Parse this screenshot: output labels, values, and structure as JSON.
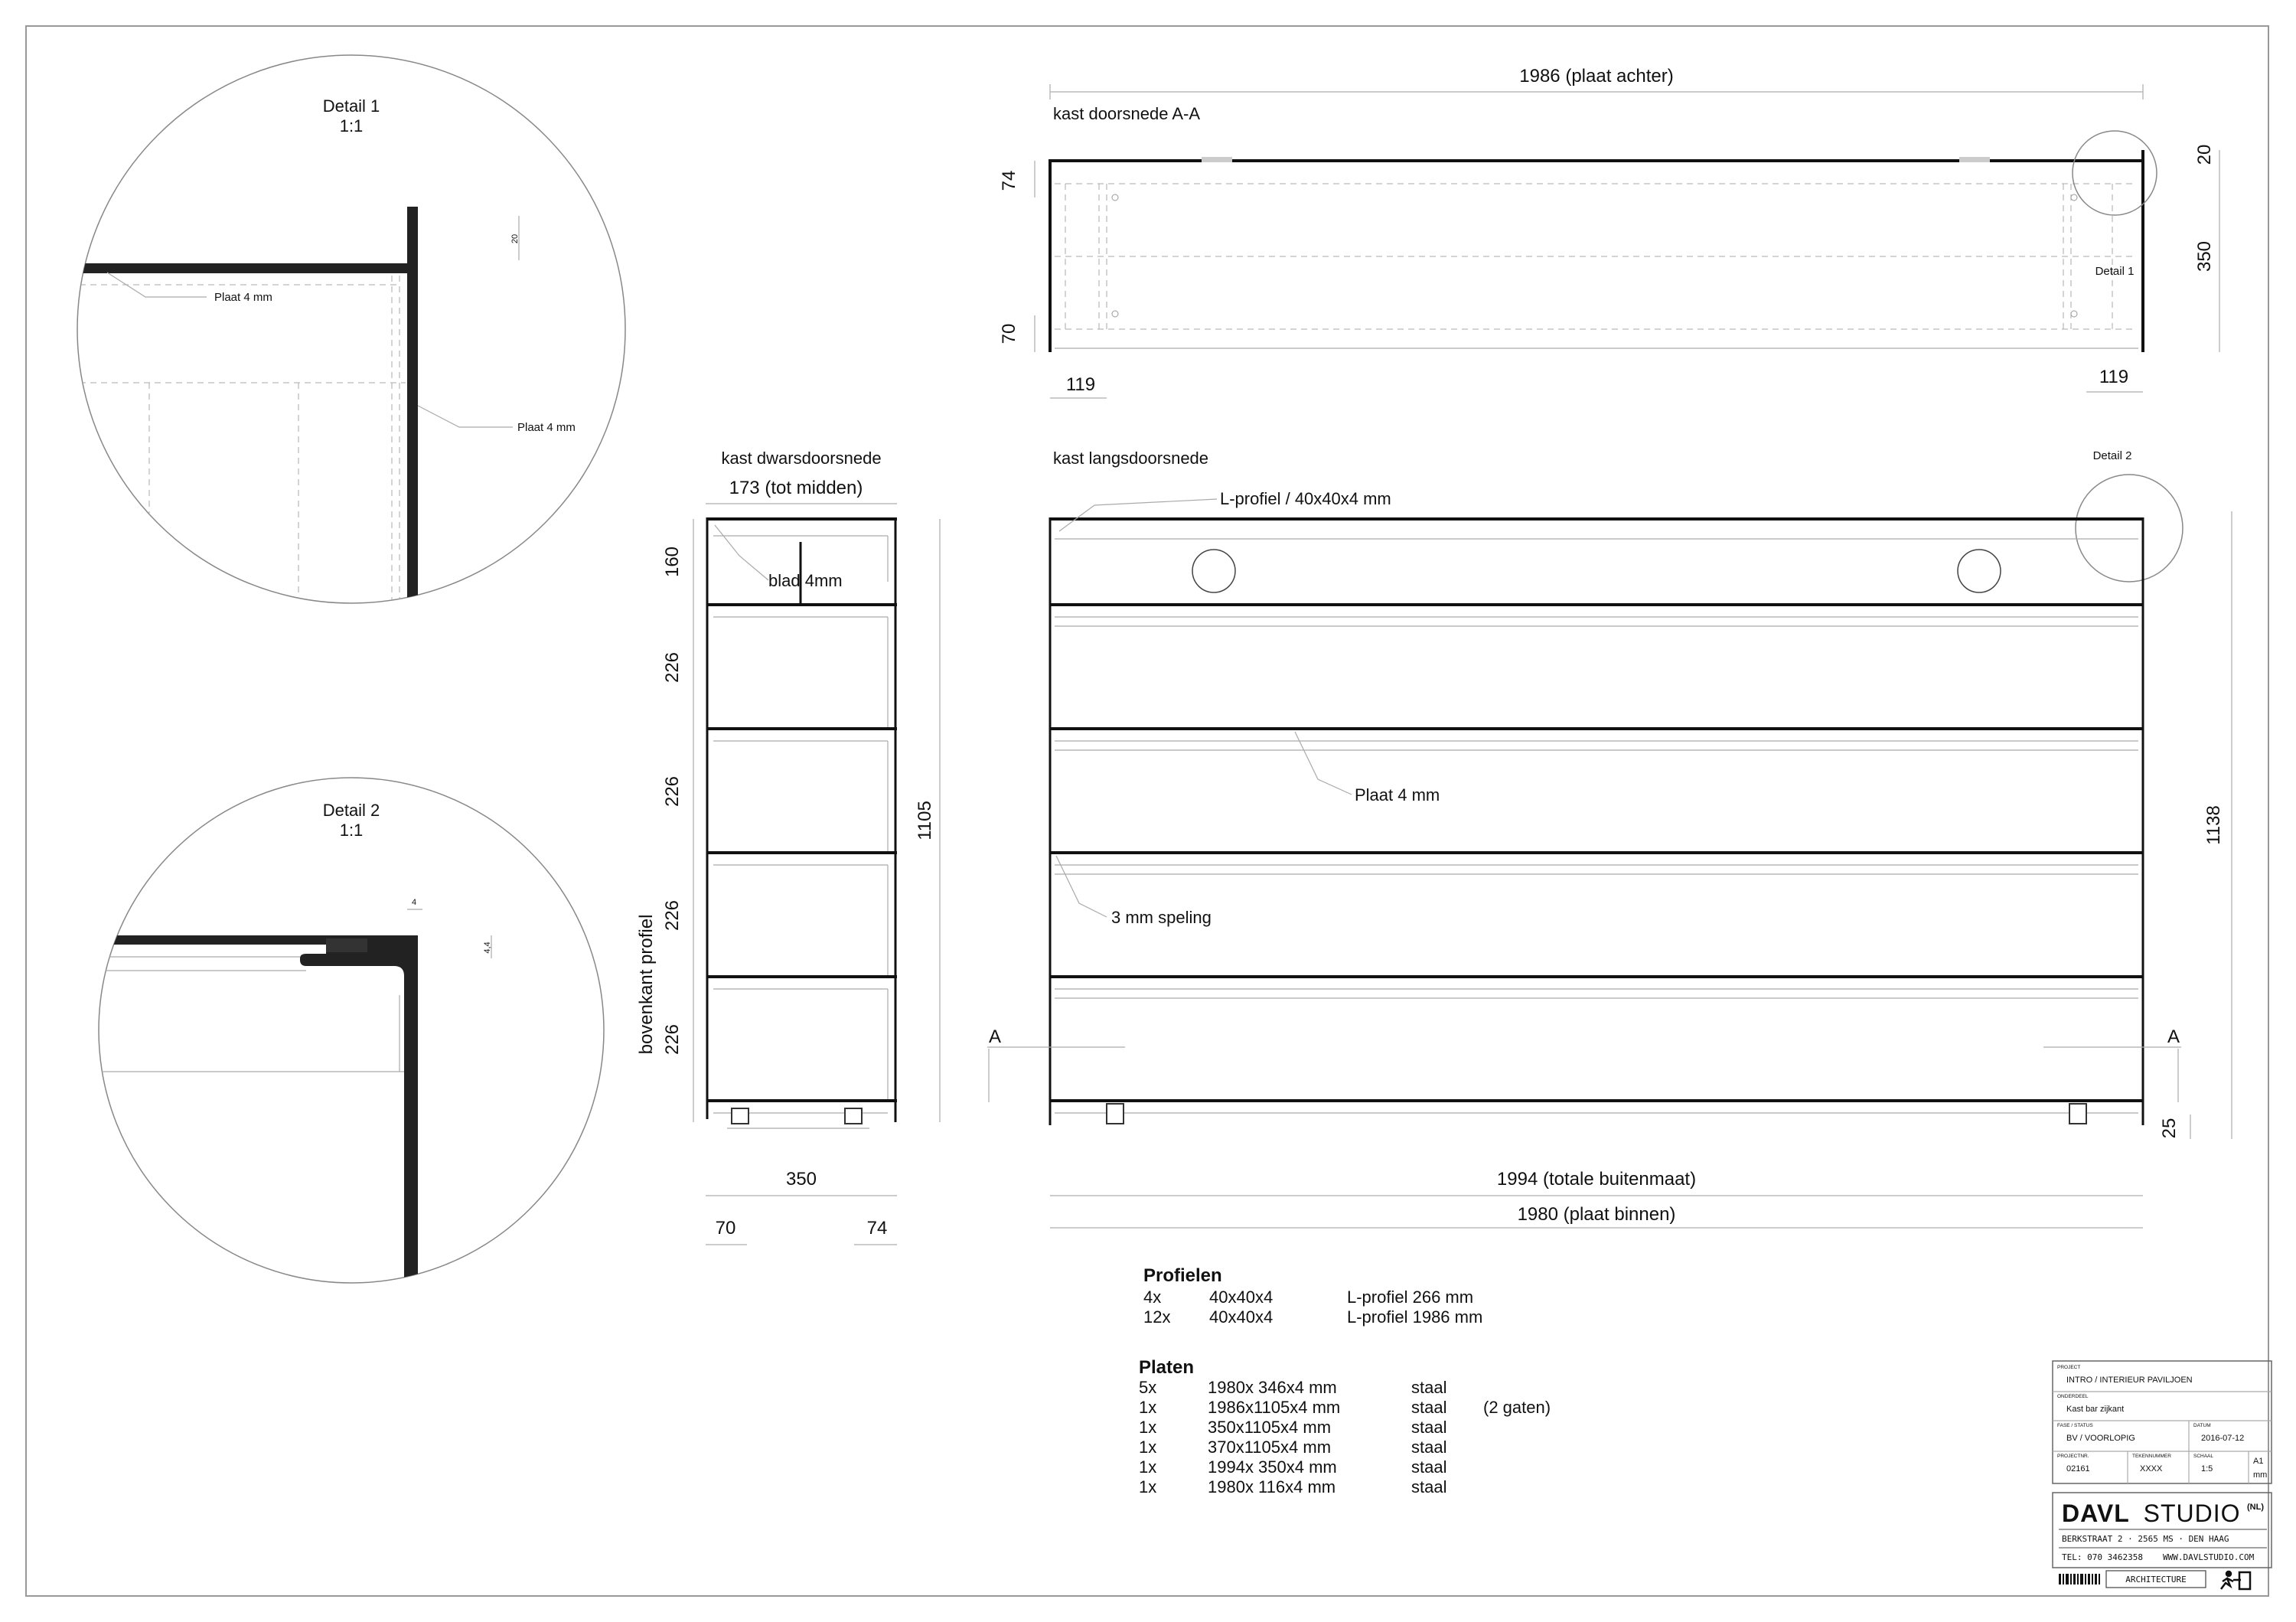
{
  "detail1": {
    "title": "Detail 1",
    "scale": "1:1",
    "dim": "20",
    "label_a": "Plaat 4 mm",
    "label_b": "Plaat 4 mm"
  },
  "detail2": {
    "title": "Detail 2",
    "scale": "1:1",
    "dim_a": "4",
    "dim_b": "4,4"
  },
  "section_aa": {
    "title": "kast doorsnede A-A",
    "top_dim": "1986 (plaat achter)",
    "left_top": "74",
    "left_bottom": "70",
    "right_top": "20",
    "right_mid": "350",
    "bottom_left": "119",
    "bottom_right": "119",
    "detail_ref": "Detail 1"
  },
  "cross": {
    "title": "kast dwarsdoorsnede",
    "top_dim": "173 (tot midden)",
    "blad": "blad 4mm",
    "d1": "160",
    "d2": "226",
    "d3": "226",
    "d4": "226",
    "d5": "226",
    "vertical_label": "bovenkant profiel",
    "height": "1105",
    "width": "350",
    "bottom_left": "70",
    "bottom_right": "74"
  },
  "longi": {
    "title": "kast langsdoorsnede",
    "profile": "L-profiel / 40x40x4 mm",
    "plate": "Plaat 4 mm",
    "gap": "3 mm speling",
    "detail_ref": "Detail 2",
    "height": "1138",
    "foot": "25",
    "outer": "1994 (totale buitenmaat)",
    "inner": "1980 (plaat binnen)",
    "cut_left": "A",
    "cut_right": "A"
  },
  "profielen": {
    "heading": "Profielen",
    "rows": [
      {
        "qty": "4x",
        "size": "40x40x4",
        "desc": "L-profiel   266 mm"
      },
      {
        "qty": "12x",
        "size": "40x40x4",
        "desc": "L-profiel 1986 mm"
      }
    ]
  },
  "platen": {
    "heading": "Platen",
    "rows": [
      {
        "qty": "5x",
        "size": "1980x  346x4 mm",
        "mat": "staal",
        "note": ""
      },
      {
        "qty": "1x",
        "size": "1986x1105x4 mm",
        "mat": "staal",
        "note": "(2 gaten)"
      },
      {
        "qty": "1x",
        "size": "  350x1105x4 mm",
        "mat": "staal",
        "note": ""
      },
      {
        "qty": "1x",
        "size": "  370x1105x4 mm",
        "mat": "staal",
        "note": ""
      },
      {
        "qty": "1x",
        "size": "1994x  350x4 mm",
        "mat": "staal",
        "note": ""
      },
      {
        "qty": "1x",
        "size": "1980x  116x4 mm",
        "mat": "staal",
        "note": ""
      }
    ]
  },
  "titleblock": {
    "lbl_project": "PROJECT",
    "project": "INTRO / INTERIEUR PAVILJOEN",
    "lbl_subject": "ONDERDEEL",
    "subject": "Kast bar zijkant",
    "lbl_phase": "FASE / STATUS",
    "phase": "BV / VOORLOPIG",
    "lbl_date": "DATUM",
    "date": "2016-07-12",
    "lbl_projnr": "PROJECTNR.",
    "projnr": "02161",
    "lbl_drawing": "TEKENNUMMER",
    "drawing": "XXXX",
    "lbl_scale": "SCHAAL",
    "scale": "1:5",
    "format": "A1",
    "unit": "mm",
    "brand_bold": "DAVL",
    "brand_light": "STUDIO",
    "brand_sup": "(NL)",
    "address": "BERKSTRAAT 2 · 2565 MS · DEN HAAG",
    "tel": "TEL: 070 3462358",
    "web": "WWW.DAVLSTUDIO.COM",
    "tagline": "ARCHITECTURE"
  }
}
